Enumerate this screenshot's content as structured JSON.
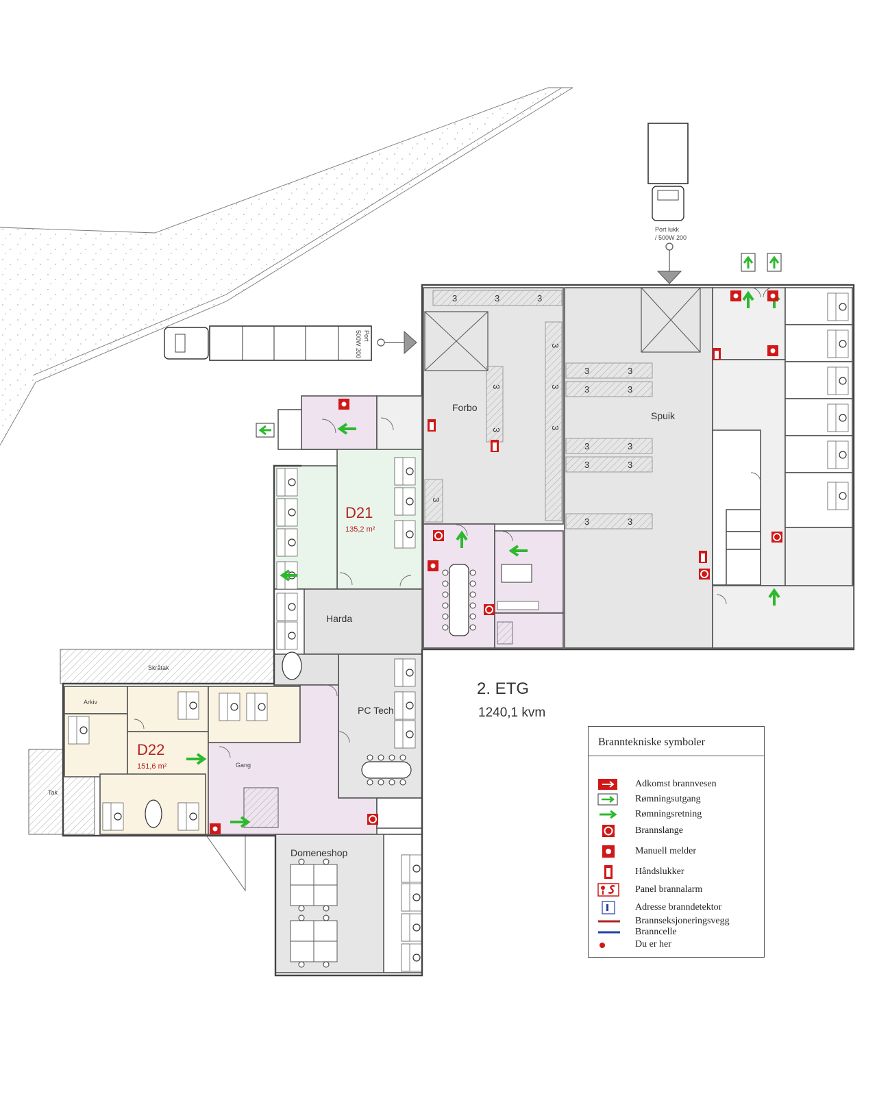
{
  "floor": {
    "title": "2. ETG",
    "area": "1240,1 kvm"
  },
  "rooms": {
    "forbo": "Forbo",
    "spuik": "Spuik",
    "d21_name": "D21",
    "d21_area": "135,2 m²",
    "harda": "Harda",
    "pctech": "PC Tech",
    "d22_name": "D22",
    "d22_area": "151,6 m²",
    "gang": "Gang",
    "domeneshop": "Domeneshop",
    "skrastak": "Skråtak",
    "tak": "Tak",
    "arkiv": "Arkiv",
    "rack_number": "3"
  },
  "vehicles": {
    "truck_top_label": "Port lukk",
    "truck_top_sub": "/ 500W 200",
    "truck_left_label": "Port",
    "truck_left_sub": "500W 200"
  },
  "legend": {
    "title": "Branntekniske symboler",
    "items": [
      {
        "label": "Adkomst brannvesen",
        "icon": "red-arrow-sign"
      },
      {
        "label": "Rømningsutgang",
        "icon": "green-exit-arrow"
      },
      {
        "label": "Rømningsretning",
        "icon": "green-direction-arrow"
      },
      {
        "label": "Brannslange",
        "icon": "fire-hose-reel"
      },
      {
        "label": "Manuell melder",
        "icon": "manual-call-point"
      },
      {
        "label": "Håndslukker",
        "icon": "fire-extinguisher"
      },
      {
        "label": "Panel brannalarm",
        "icon": "fire-alarm-panel"
      },
      {
        "label": "Adresse branndetektor",
        "icon": "addressable-detector"
      },
      {
        "label": "Brannseksjoneringsvegg",
        "icon": "red-line"
      },
      {
        "label": "Branncelle",
        "icon": "blue-line"
      },
      {
        "label": "Du er her",
        "icon": "red-dot"
      }
    ]
  },
  "colors": {
    "warehouse": "#e6e6e6",
    "office_green": "#e9f5ea",
    "office_purple": "#efe3f0",
    "office_beige": "#fbf3e2",
    "exit_green": "#2eb82e",
    "fire_red": "#d01818",
    "zone_blue": "#1f3fa8"
  }
}
